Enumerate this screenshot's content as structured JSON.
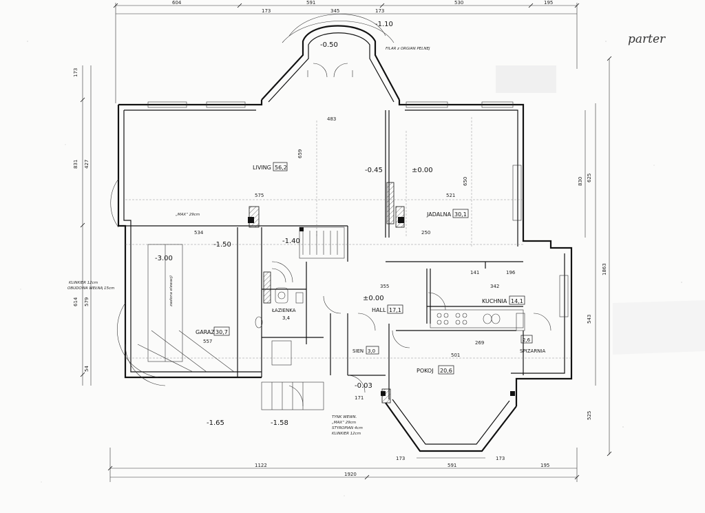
{
  "sheet": {
    "handwritten_title": "parter"
  },
  "rooms": [
    {
      "name": "LIVING",
      "area": "56,2"
    },
    {
      "name": "JADALNA",
      "area": "30,1"
    },
    {
      "name": "GARAZ",
      "area": "30,7"
    },
    {
      "name": "ŁAZIENKA",
      "area": "3,4"
    },
    {
      "name": "HALL",
      "area": "17,1"
    },
    {
      "name": "KUCHNIA",
      "area": "14,1"
    },
    {
      "name": "SIEN",
      "area": "3,0"
    },
    {
      "name": "POKOJ",
      "area": "20,6"
    },
    {
      "name": "SPIZARNIA",
      "area": "2,6"
    }
  ],
  "levels": [
    "-1.10",
    "-0.50",
    "-0.45",
    "±0.00",
    "-1.50",
    "-1.40",
    "-3.00",
    "±0.00",
    "-0.03",
    "-1.65",
    "-1.58"
  ],
  "top_dims": [
    "604",
    "591",
    "530",
    "195",
    "173",
    "345",
    "173"
  ],
  "bottom_dims": [
    "1122",
    "1920",
    "173",
    "591",
    "173",
    "195"
  ],
  "left_dims": [
    "173",
    "831",
    "427",
    "614",
    "579",
    "54"
  ],
  "right_dims": [
    "625",
    "1863",
    "830",
    "543",
    "525"
  ],
  "interior_dims": [
    "483",
    "575",
    "534",
    "557",
    "521",
    "355",
    "342",
    "501",
    "269",
    "659",
    "650",
    "250",
    "141",
    "196",
    "171"
  ],
  "notes": {
    "top_balcony": "FILAR z ORGIAN PELNEJ",
    "max_beam_garage": "„MAX“ 29cm",
    "left_wall": "KLINKIER 12cm",
    "left_wall2": "OBUDOWA WEŁNĄ 15cm",
    "garage_vertical": "zasłona elewacji",
    "stairs_1": "TYNK WEWN.",
    "stairs_2": "„MAX“ 29cm",
    "stairs_3": "STYROPIAN 4cm",
    "stairs_4": "KLINKIER 12cm"
  }
}
